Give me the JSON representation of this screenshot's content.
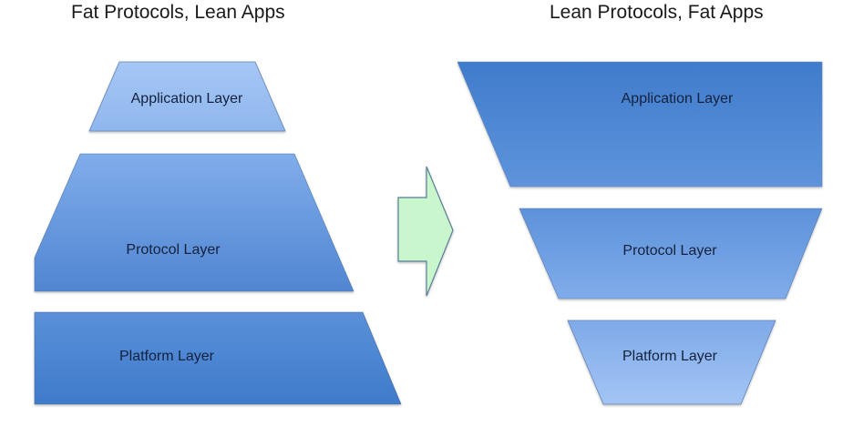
{
  "titles": {
    "left": "Fat Protocols, Lean Apps",
    "right": "Lean Protocols, Fat Apps"
  },
  "left_stack": {
    "application": "Application Layer",
    "protocol": "Protocol Layer",
    "platform": "Platform Layer"
  },
  "right_stack": {
    "application": "Application Layer",
    "protocol": "Protocol Layer",
    "platform": "Platform Layer"
  },
  "colors": {
    "light_top": "#a4c6f5",
    "light_bottom": "#8db5ec",
    "mid_top": "#7eaaea",
    "mid_bottom": "#5287d4",
    "dark_top": "#5a8fd8",
    "dark_bottom": "#3f7ccb",
    "arrow_fill": "#c9f5cc",
    "arrow_stroke": "#5a7e96",
    "edge": "#4a6d98"
  },
  "arrow": {
    "direction": "right",
    "icon": "right-arrow-icon"
  }
}
